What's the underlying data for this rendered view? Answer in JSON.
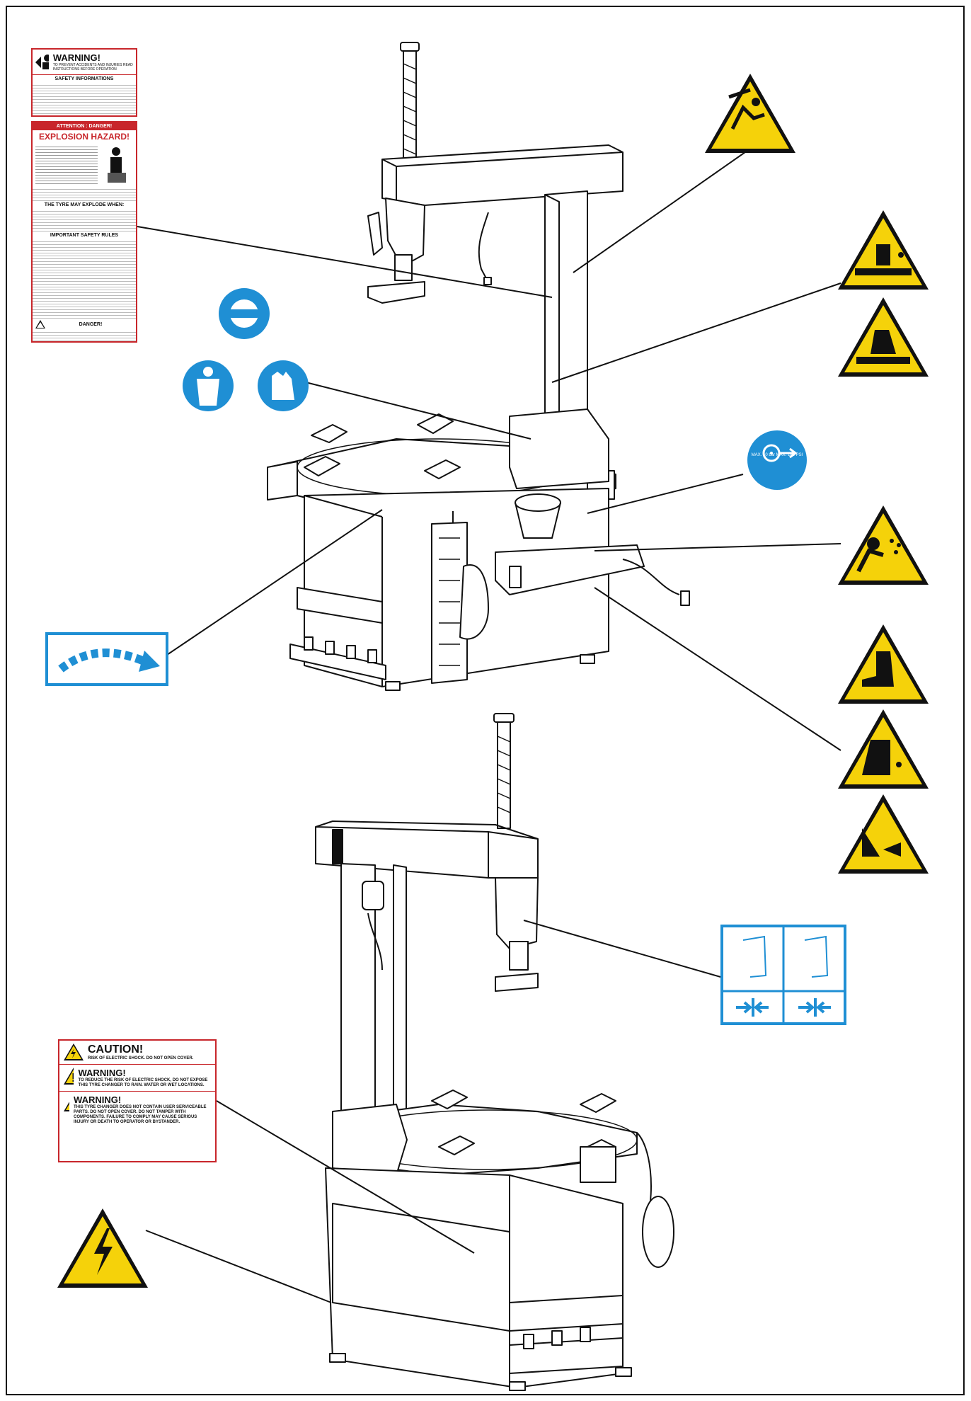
{
  "warning_poster": {
    "warning_title": "WARNING!",
    "warning_sub": "TO PREVENT ACCIDENTS AND INJURIES READ INSTRUCTIONS BEFORE OPERATION",
    "safety_header": "SAFETY INFORMATIONS",
    "attention_bar": "ATTENTION : DANGER!",
    "explosion_title": "EXPLOSION HAZARD!",
    "explode_header": "THE TYRE MAY EXPLODE WHEN:",
    "rules_header": "IMPORTANT SAFETY RULES",
    "danger_title": "DANGER!"
  },
  "caution_panel": {
    "caution_title": "CAUTION!",
    "caution_text": "RISK OF ELECTRIC SHOCK. DO NOT OPEN COVER.",
    "warning1_title": "WARNING!",
    "warning1_text": "TO REDUCE THE RISK OF ELECTRIC SHOCK, DO NOT EXPOSE THIS TYRE CHANGER TO RAIN. WATER OR WET LOCATIONS.",
    "warning2_title": "WARNING!",
    "warning2_text": "THIS TYRE CHANGER DOES NOT CONTAIN USER SERVICEABLE PARTS. DO NOT OPEN COVER. DO NOT TAMPER WITH COMPONENTS. FAILURE TO COMPLY MAY CAUSE SERIOUS INJURY OR DEATH TO OPERATOR OR BYSTANDER."
  },
  "pressure_label": "MAX. 10 bar MAX. 145 PSI",
  "colors": {
    "hazard_yellow": "#f5d20a",
    "mandatory_blue": "#1f8fd4",
    "danger_red": "#c8262b",
    "line": "#111111"
  },
  "icons": [
    "arm-crush-hazard-icon",
    "hand-crush-hazard-icon",
    "hand-pinch-hazard-icon",
    "eye-protection-icon",
    "protective-clothing-icon",
    "gloves-icon",
    "pressure-gauge-icon",
    "flying-debris-hazard-icon",
    "foot-crush-hazard-icon",
    "leg-crush-hazard-icon",
    "rotation-arrow-icon",
    "clamp-direction-icon",
    "electric-hazard-icon"
  ]
}
